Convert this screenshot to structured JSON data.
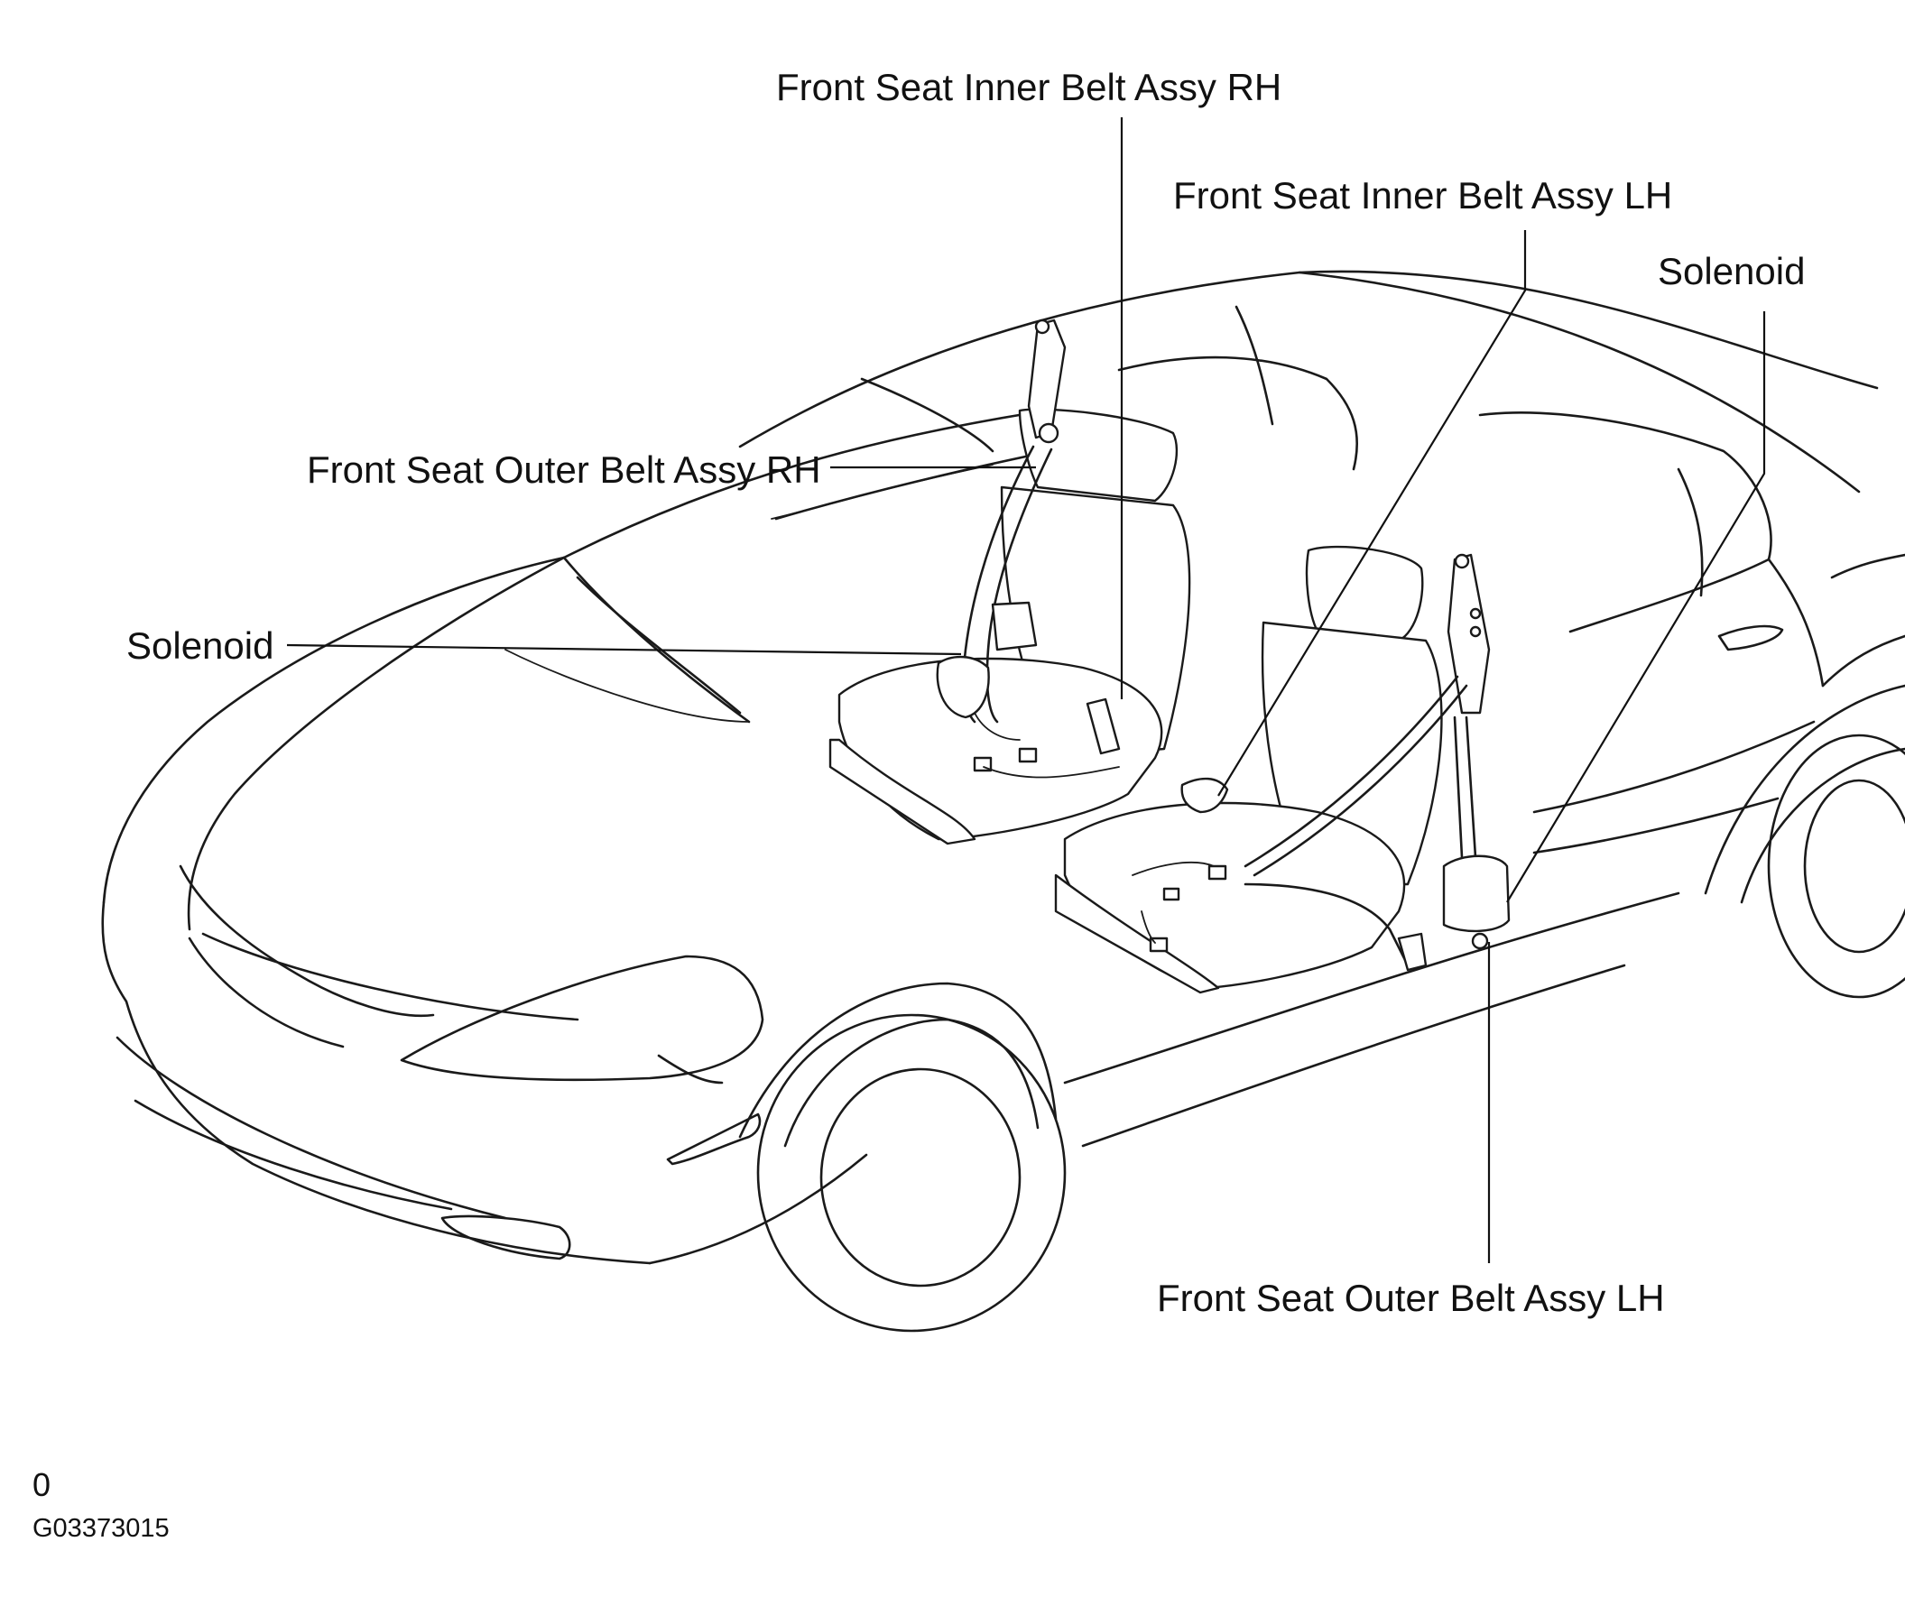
{
  "labels": {
    "inner_rh": "Front Seat Inner Belt Assy RH",
    "inner_lh": "Front Seat Inner Belt Assy LH",
    "solenoid_right": "Solenoid",
    "outer_rh": "Front Seat Outer Belt Assy RH",
    "solenoid_left": "Solenoid",
    "outer_lh": "Front Seat Outer Belt Assy LH"
  },
  "footer": {
    "corner_mark": "0",
    "figure_id": "G03373015"
  }
}
